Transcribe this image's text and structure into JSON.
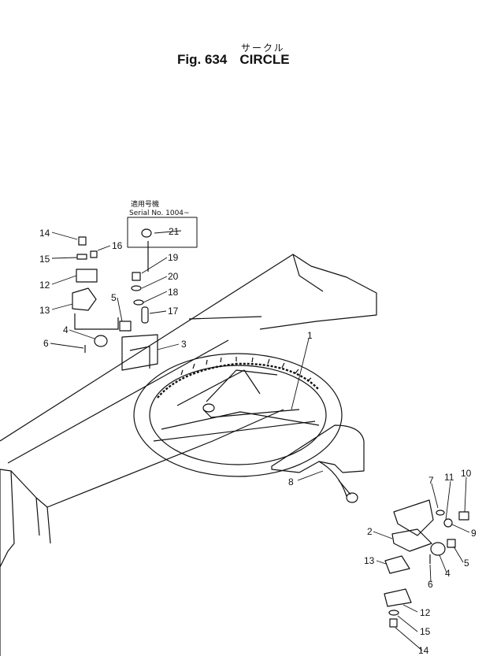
{
  "figure": {
    "subtitle_jp": "サークル",
    "label": "Fig. 634",
    "name": "CIRCLE"
  },
  "serial_note": {
    "line1": "適用号機",
    "line2": "Serial No. 1004~"
  },
  "callouts": [
    {
      "id": "14a",
      "text": "14"
    },
    {
      "id": "16",
      "text": "16"
    },
    {
      "id": "15a",
      "text": "15"
    },
    {
      "id": "12a",
      "text": "12"
    },
    {
      "id": "13a",
      "text": "13"
    },
    {
      "id": "5a",
      "text": "5"
    },
    {
      "id": "4a",
      "text": "4"
    },
    {
      "id": "6a",
      "text": "6"
    },
    {
      "id": "3",
      "text": "3"
    },
    {
      "id": "21",
      "text": "21"
    },
    {
      "id": "19",
      "text": "19"
    },
    {
      "id": "20",
      "text": "20"
    },
    {
      "id": "18",
      "text": "18"
    },
    {
      "id": "17",
      "text": "17"
    },
    {
      "id": "1",
      "text": "1"
    },
    {
      "id": "8",
      "text": "8"
    },
    {
      "id": "7",
      "text": "7"
    },
    {
      "id": "11",
      "text": "11"
    },
    {
      "id": "10",
      "text": "10"
    },
    {
      "id": "9",
      "text": "9"
    },
    {
      "id": "2",
      "text": "2"
    },
    {
      "id": "5b",
      "text": "5"
    },
    {
      "id": "4b",
      "text": "4"
    },
    {
      "id": "6b",
      "text": "6"
    },
    {
      "id": "13b",
      "text": "13"
    },
    {
      "id": "12b",
      "text": "12"
    },
    {
      "id": "15b",
      "text": "15"
    },
    {
      "id": "14b",
      "text": "14"
    }
  ]
}
